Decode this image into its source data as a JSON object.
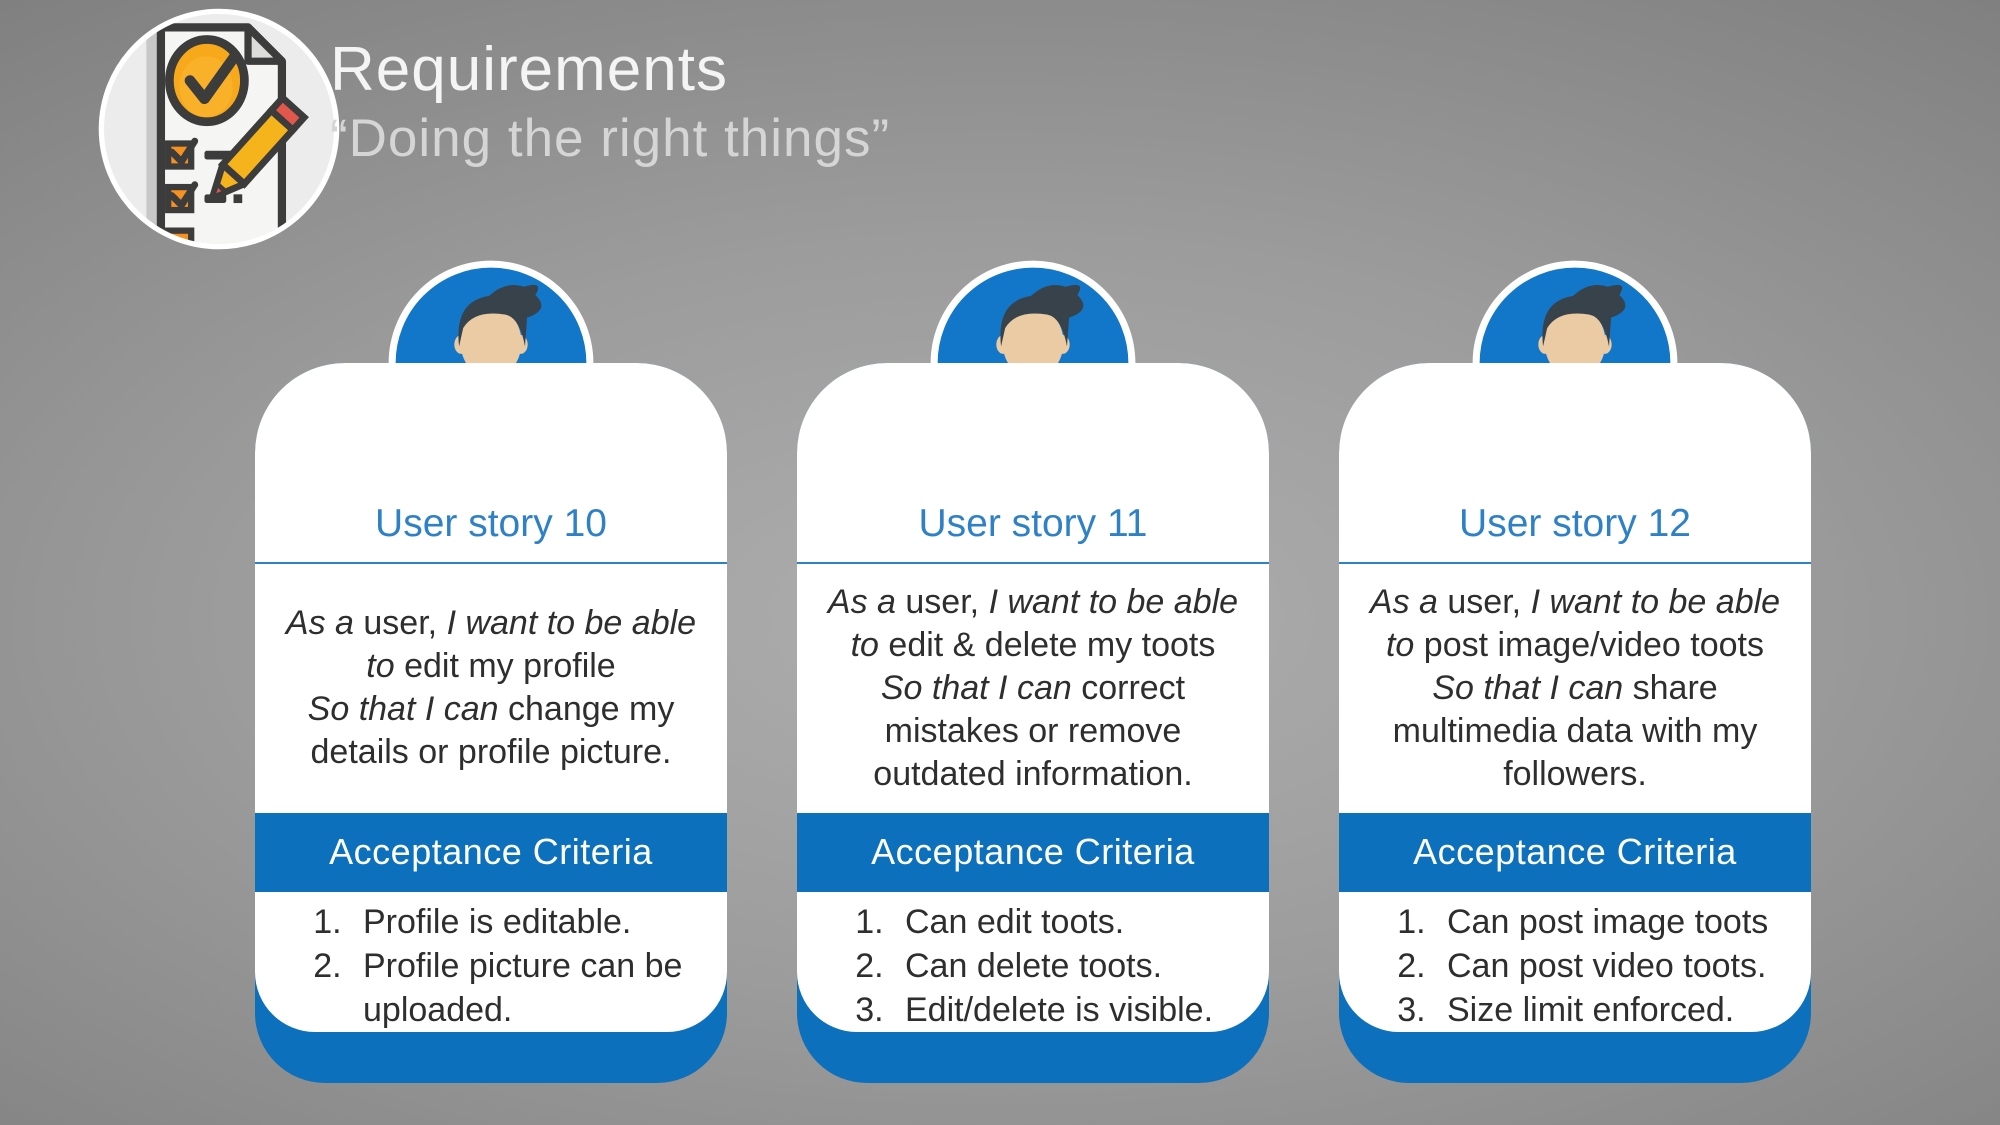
{
  "header": {
    "title": "Requirements",
    "subtitle": "“Doing the right things”"
  },
  "icons": {
    "header_icon": "checklist-clipboard-pencil-icon",
    "card_avatar": "male-user-avatar-icon"
  },
  "colors": {
    "card_blue": "#0C70BD",
    "heading_blue": "#2F81C7",
    "avatar_circle_blue": "#1377C9",
    "background_gray": "#9B9B9B",
    "body_text": "#2E2E2E",
    "title_white": "#F4F4F4",
    "subtitle_gray": "#D5D5D5",
    "shirt_stripe_orange": "#F2672E",
    "icon_amber": "#F8A91B",
    "icon_red": "#E2574C"
  },
  "cards": [
    {
      "title": "User story 10",
      "story_lines": [
        [
          {
            "t": "As a ",
            "i": true
          },
          {
            "t": "user, ",
            "i": false
          },
          {
            "t": "I want to be able",
            "i": true
          }
        ],
        [
          {
            "t": "to ",
            "i": true
          },
          {
            "t": "edit my profile",
            "i": false
          }
        ],
        [
          {
            "t": "So that I can ",
            "i": true
          },
          {
            "t": "change my",
            "i": false
          }
        ],
        [
          {
            "t": "details or profile picture.",
            "i": false
          }
        ]
      ],
      "acceptance_label": "Acceptance Criteria",
      "criteria": [
        "Profile is editable.",
        "Profile picture can be uploaded."
      ]
    },
    {
      "title": "User story 11",
      "story_lines": [
        [
          {
            "t": "As a ",
            "i": true
          },
          {
            "t": "user, ",
            "i": false
          },
          {
            "t": "I want to be able",
            "i": true
          }
        ],
        [
          {
            "t": "to ",
            "i": true
          },
          {
            "t": "edit & delete my toots",
            "i": false
          }
        ],
        [
          {
            "t": "So that I can ",
            "i": true
          },
          {
            "t": "correct",
            "i": false
          }
        ],
        [
          {
            "t": "mistakes or remove",
            "i": false
          }
        ],
        [
          {
            "t": "outdated information.",
            "i": false
          }
        ]
      ],
      "acceptance_label": "Acceptance Criteria",
      "criteria": [
        "Can edit toots.",
        "Can delete toots.",
        "Edit/delete is visible."
      ]
    },
    {
      "title": "User story 12",
      "story_lines": [
        [
          {
            "t": "As a ",
            "i": true
          },
          {
            "t": "user, ",
            "i": false
          },
          {
            "t": "I want to be able",
            "i": true
          }
        ],
        [
          {
            "t": "to ",
            "i": true
          },
          {
            "t": "post image/video toots",
            "i": false
          }
        ],
        [
          {
            "t": "So that I can ",
            "i": true
          },
          {
            "t": "share",
            "i": false
          }
        ],
        [
          {
            "t": "multimedia data with my",
            "i": false
          }
        ],
        [
          {
            "t": "followers.",
            "i": false
          }
        ]
      ],
      "acceptance_label": "Acceptance Criteria",
      "criteria": [
        "Can post image toots",
        "Can post video toots.",
        "Size limit enforced."
      ]
    }
  ]
}
